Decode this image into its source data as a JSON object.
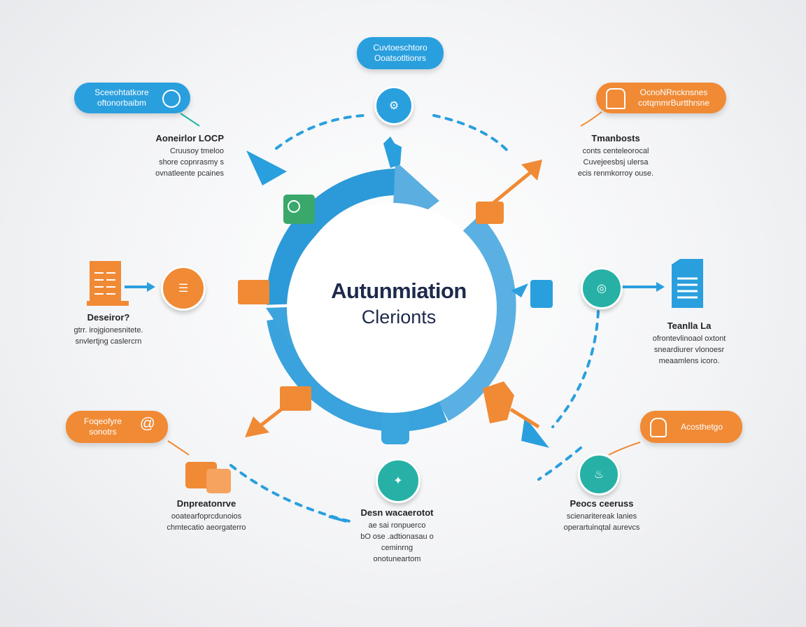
{
  "center": {
    "line1": "Autunmiation",
    "line2": "Clerionts"
  },
  "callouts": [
    {
      "id": "top",
      "line1": "Cuvtoeschtoro",
      "line2": "Ooatsotltionrs",
      "color": "#2a9fde"
    },
    {
      "id": "top-left",
      "line1": "Sceeohtatkore",
      "line2": "oftonorbaibm",
      "color": "#2a9fde"
    },
    {
      "id": "top-right",
      "line1": "OcnoNRncknsnes",
      "line2": "cotqmmrBurtthrsne",
      "color": "#f08a35"
    },
    {
      "id": "bottom-left",
      "line1": "Foqeofyre",
      "line2": "sonotrs",
      "color": "#f08a35"
    },
    {
      "id": "bottom-right",
      "line1": "Acosthetgo",
      "line2": "",
      "color": "#f08a35"
    }
  ],
  "labels": [
    {
      "id": "top-left",
      "title": "Aoneirlor LOCP",
      "lines": [
        "Cruusoy tmeloo",
        "shore copnrasmy s",
        "ovnatleente pcaines"
      ]
    },
    {
      "id": "top-right",
      "title": "Tmanbosts",
      "lines": [
        "conts centeleorocal",
        "Cuvejeesbsj ulersa",
        "ecis renmkorroy ouse."
      ]
    },
    {
      "id": "mid-left",
      "title": "Deseiror?",
      "lines": [
        "gtrr. irojgionesnitete.",
        "snvlertjng caslercrn"
      ]
    },
    {
      "id": "mid-right",
      "title": "Teanlla La",
      "lines": [
        "ofrontevlinoaol oxtont",
        "sneardiurer vlonoesr",
        "meaamlens icoro."
      ]
    },
    {
      "id": "bottom-left",
      "title": "Dnpreatonrve",
      "lines": [
        "ooatearfoprcdunoios",
        "chmtecatio aeorgaterro"
      ]
    },
    {
      "id": "bottom-center",
      "title": "Desn wacaerotot",
      "lines": [
        "ae sai ronpuerco",
        "bO ose .adtionasau o",
        "ceminrng",
        "onotuneartom"
      ]
    },
    {
      "id": "bottom-right",
      "title": "Peocs ceeruss",
      "lines": [
        "scienaritereak lanies",
        "operartuinqtal aurevcs"
      ]
    }
  ],
  "icons": [
    "process-cycle-icon",
    "clipboard-icon",
    "hand-pointer-icon",
    "document-icon",
    "building-icon",
    "notepad-icon",
    "folder-icon",
    "chat-icon",
    "book-icon",
    "flame-icon",
    "network-icon",
    "gear-icon",
    "puzzle-icon"
  ],
  "colors": {
    "blue": "#2a9fde",
    "orange": "#f08a35",
    "teal": "#27b1a6",
    "green": "#3aa86b",
    "text_dark": "#1d2a4a"
  }
}
